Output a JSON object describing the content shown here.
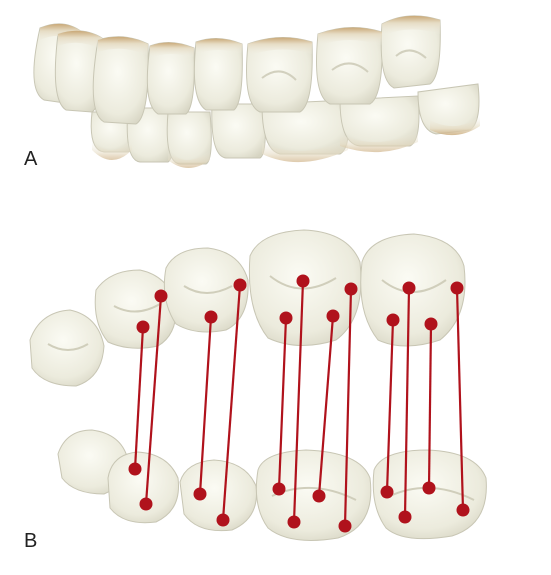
{
  "panels": [
    {
      "id": "A",
      "label": "A"
    },
    {
      "id": "B",
      "label": "B"
    }
  ],
  "colors": {
    "tooth_fill": "#efefe3",
    "tooth_edge": "#c8c6b4",
    "tooth_shadow": "#d8d6c6",
    "gum_stain": "#c9a877",
    "contact_marker": "#b0121c"
  }
}
